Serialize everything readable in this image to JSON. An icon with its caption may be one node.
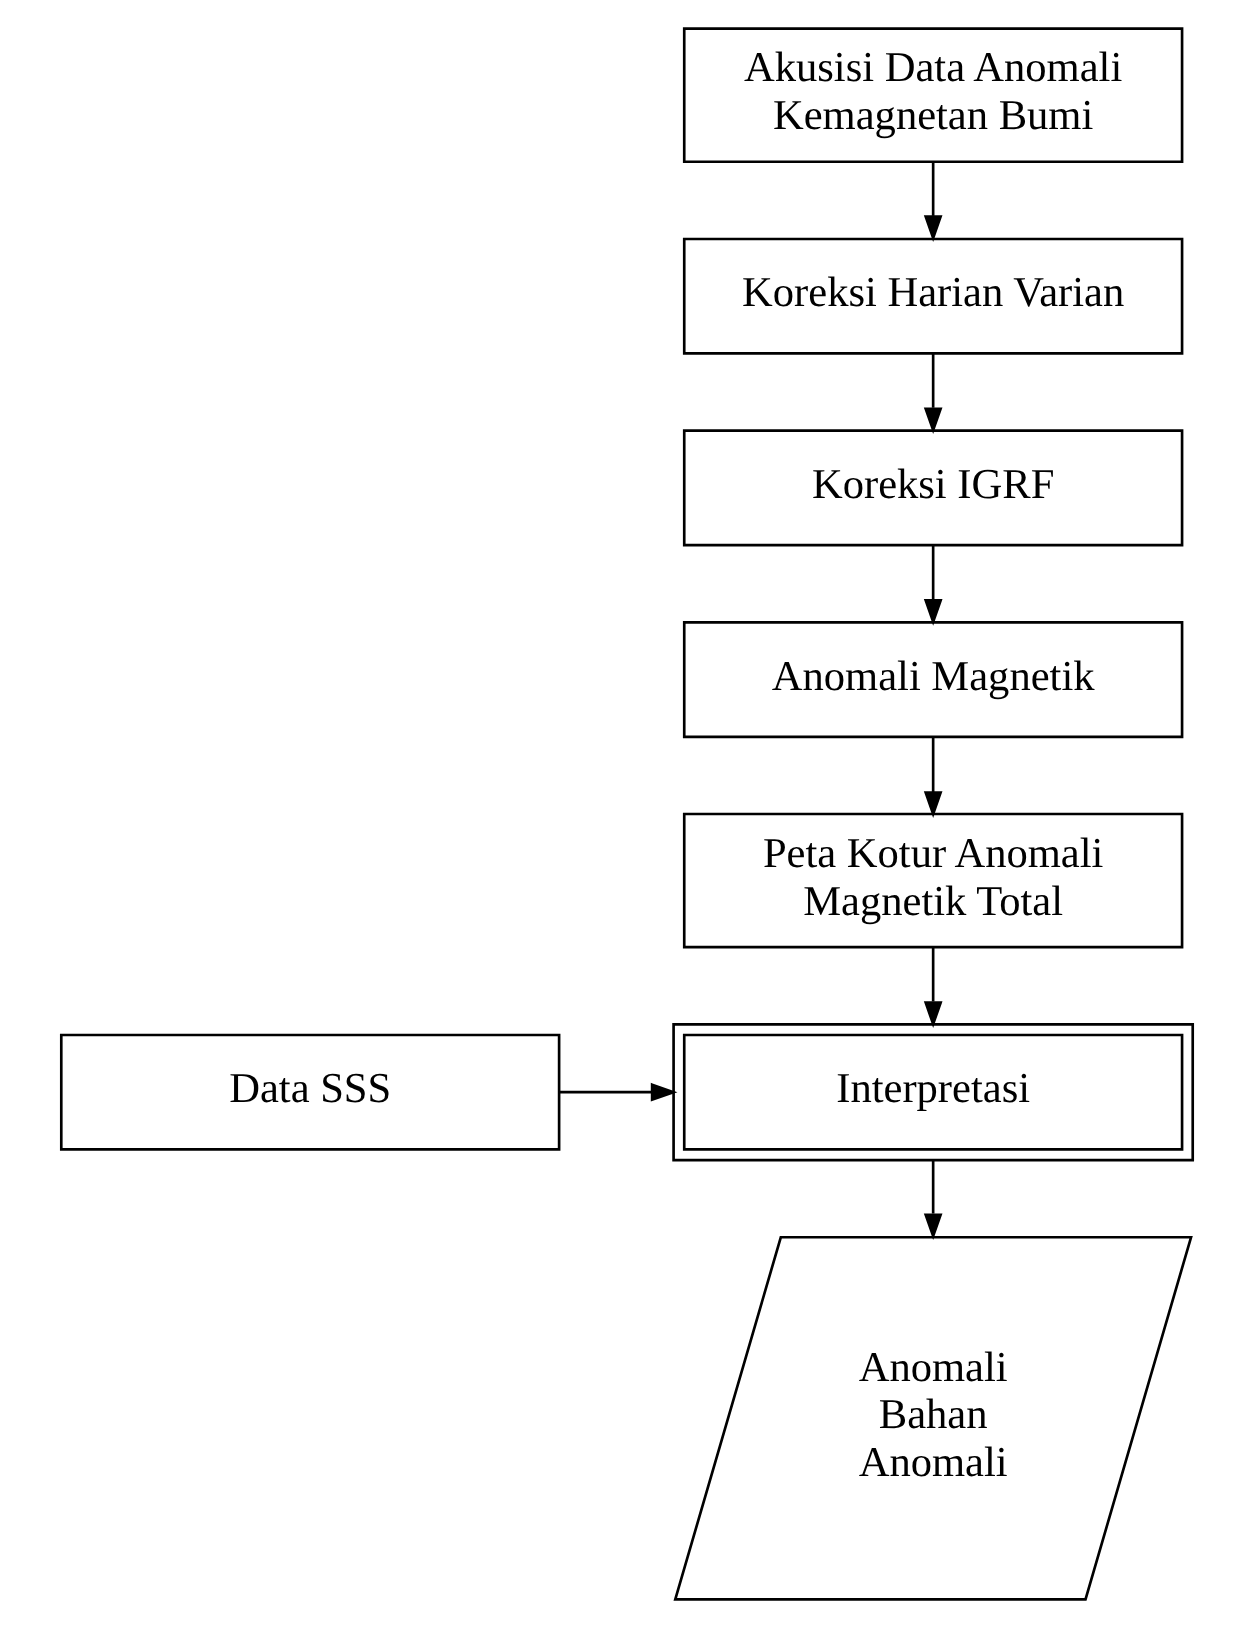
{
  "diagram": {
    "nodes": [
      {
        "text": [
          "Akusisi Data Anomali Kemagnetan Bumi"
        ]
      },
      {
        "text": [
          "Koreksi Harian Varian"
        ]
      },
      {
        "text": [
          "Koreksi IGRF"
        ]
      },
      {
        "text": [
          "Anomali Magnetik"
        ]
      },
      {
        "text": [
          "Peta Kotur Anomali Magnetik Total"
        ]
      },
      {
        "text": [
          "Data SSS"
        ]
      },
      {
        "text": [
          "Interpretasi"
        ]
      },
      {
        "text": [
          "Anomali Bahan Anomali"
        ]
      }
    ],
    "edges": [
      {
        "from": 0,
        "to": 1,
        "arrow": "to"
      },
      {
        "from": 1,
        "to": 2,
        "arrow": "to"
      },
      {
        "from": 2,
        "to": 3,
        "arrow": "to"
      },
      {
        "from": 3,
        "to": 4,
        "arrow": "to"
      },
      {
        "from": 4,
        "to": 6,
        "arrow": "to"
      },
      {
        "from": 5,
        "to": 6,
        "arrow": "to"
      },
      {
        "from": 6,
        "to": 7,
        "arrow": "to"
      }
    ]
  }
}
